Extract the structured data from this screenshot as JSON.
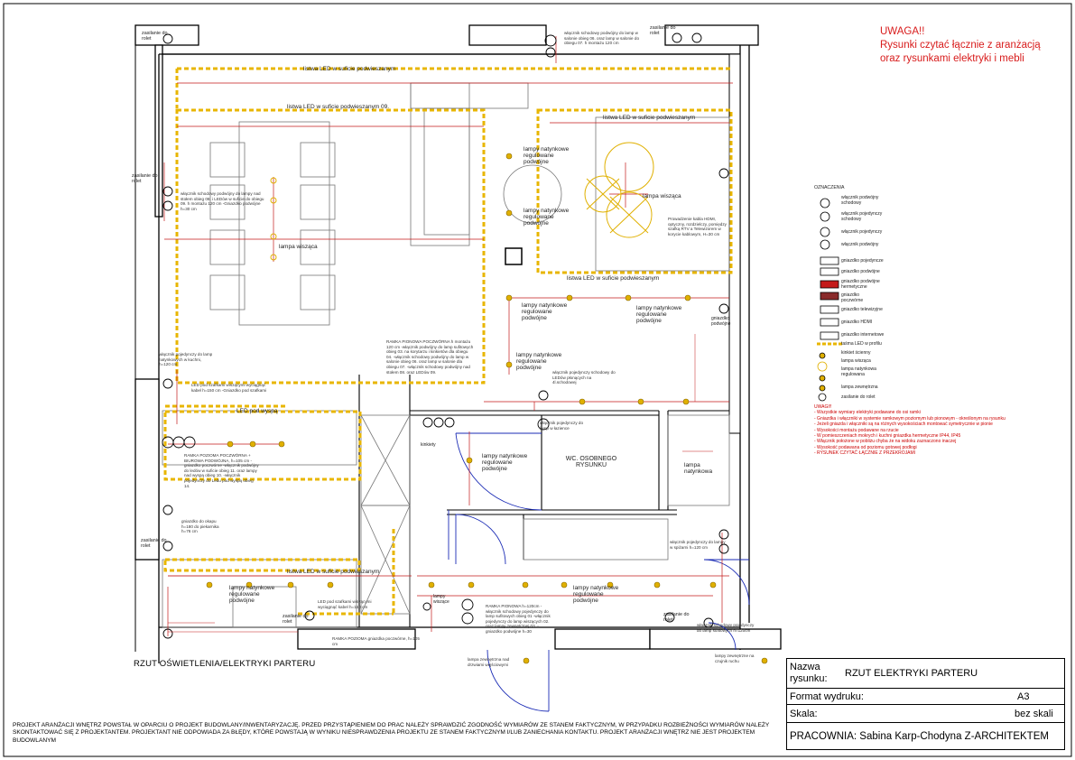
{
  "warning": {
    "line1": "UWAGA!!",
    "line2": "Rysunki czytać łącznie z aranżacją",
    "line3": "oraz rysunkami elektryki i mebli"
  },
  "drawing_title": "RZUT OŚWIETLENIA/ELEKTRYKI PARTERU",
  "disclaimer": "PROJEKT ARANŻACJI WNĘTRZ POWSTAŁ W OPARCIU O PROJEKT BUDOWLANY/INWENTARYZACJĘ. PRZED PRZYSTĄPIENIEM DO PRAC NALEŻY SPRAWDZIĆ ZGODNOŚĆ WYMIARÓW ZE STANEM FAKTYCZNYM, W PRZYPADKU ROZBIEŻNOŚCI WYMIARÓW NALEŻY SKONTAKTOWAĆ SIĘ Z PROJEKTANTEM. PROJEKTANT NIE ODPOWIADA ZA BŁĘDY, KTÓRE POWSTAJĄ W WYNIKU NIESPRAWDZENIA PROJEKTU ZE STANEM FAKTYCZNYM I/LUB ZANIECHANIA KONTAKTU. PROJEKT ARANŻACJI WNĘTRZ NIE JEST PROJEKTEM BUDOWLANYM",
  "title_block": {
    "name_label_1": "Nazwa",
    "name_label_2": "rysunku:",
    "name_value": "RZUT ELEKTRYKI PARTERU",
    "format_label": "Format wydruku:",
    "format_value": "A3",
    "scale_label": "Skala:",
    "scale_value": "bez skali",
    "studio": "PRACOWNIA: Sabina Karp-Chodyna Z-ARCHITEKTEM"
  },
  "legend": {
    "title": "OZNACZENIA",
    "items": [
      "włącznik podwójny schodowy",
      "włącznik pojedynczy schodowy",
      "włącznik pojedynczy",
      "włącznik podwójny",
      "gniazdko pojedyncze",
      "gniazdko podwójne",
      "gniazdko podwójne hermetyczne",
      "gniazdko poczwórne",
      "gniazdko telewizyjne",
      "gniazdko HDMI",
      "gniazdko internetowe",
      "taśma LED w profilu",
      "kinkiet ścienny",
      "lampa wisząca",
      "lampa natynkowa regulowana",
      "lampa zewnętrzna",
      "zasilanie do rolet"
    ]
  },
  "notes": {
    "title": "UWAGI!!",
    "items": [
      "- Wszystkie wymiary elektryki podawane do osi ramki",
      "- Gniazdka i włączniki w systemie ramkowym poziomym lub pionowym - określonym na rysunku",
      "- Jeżeli gniazda i włączniki są na różnych wysokościach montować symetrycznie w pionie",
      "- Wysokości montażu podawane na rzucie",
      "- W pomieszczeniach mokrych i kuchni gniazdka hermetyczne IP44, IP45",
      "- Włącznik położone w pobliżu chyba że na widoku zaznaczono inaczej",
      "- Wysokość podawana od poziomu gotowej podłogi",
      "- RYSUNEK CZYTAĆ ŁĄCZNIE Z PRZEKROJAMI"
    ]
  },
  "plan_labels": {
    "led_ceiling": "listwa LED w suficie podwieszanym",
    "led_ceiling_09": "listwa LED w suficie podwieszanym 09.",
    "lamp_pendant": "lampa wisząca",
    "lamps_adjustable": "lampy natynkowe regulowane podwójne",
    "lamp_adjustable": "lampa natynkowa",
    "blind_power": "zasilanie do rolet",
    "wc": "WC. OSOBNEGO RYSUNKU",
    "hdmi_note": "Prowadzenie kabla HDMI, optyczny, rozdzielczy, pomiędzy szafką RTV a Telewizorem w korycie kablowym, H=30 cm",
    "switch_dining": "włącznik schodowy podwójny do lampy nad stołem obieg 08. i LEDów w suficie do obiegu 09. h montażu 120 cm -Gniazdko podwójne h=30 cm",
    "switch_salon": "włącznik schodowy podwójny do lamp w salonie obieg 06. oraz lamp w salonie do obiegu 07. h montażu 120 cm",
    "switch_kitchen": "włącznik pojedynczy do lamp natynkowych w kuchni, h=120 cm",
    "led_cabinet": "LED pod szafkami wiszącymi wyciągnąć kabel h=150 cm -Gniazdko pod szafkami",
    "led_island": "LED pod wyspą",
    "frame_vertical": "RAMKA PIONOWA POCZWÓRNA h montażu 120 cm -włącznik podwójny do lamp sufitowych obieg 03. na korytarzu i kinkietów dla obiegu 04. -włącznik schodowy podwójny do lamp w salonie obieg 06. oraz lamp w salonie dla obiegu 07. -włącznik schodowy podwójny nad stołem 08. oraz LEDów 09.",
    "frame_horizontal": "RAMKA POZIOMA POCZWÓRNA + BIUROWA PODWÓJNA, h=105 cm -gniazdko poczwórne -włącznik podwójny do ledów w suficie obieg 11. oraz lampy nad wyspą obieg 10. -włącznik pojedynczy do Ledu pod wyspą obieg 14.",
    "socket_window": "gniazdko do okapu h=180 do piekarnika h=76 cm",
    "led_cabinet2": "LED pod szafkami wiszącymi wyciągnąć kabel h=150 cm",
    "frame_horizontal2": "RAMKA POZIOMA gniazdka poczwórne, h=105 cm",
    "frame_hall": "RAMKA PIONOWA h=120cm -włącznik schodowy pojedynczy do lamp sufitowych obieg 01 -włącznik pojedynczy do lamp wiszących 02. oraz lampy zewnętrznej 03. -gniazdko podwójne h=30",
    "switch_pantry": "włącznik pojedynczy do lampy w spiżarni h=120 cm",
    "switch_wc": "włącznik pojedynczy schodowy do LEDów płonących na 4l.schodowej",
    "switch_bath": "włącznik pojedynczy do lamp w łazience",
    "switch_stairs": "włącznik schodowy pojedynczy do lamp sufitowych h=120cm",
    "lamp_outdoor": "lampa zewnętrzna nad drzwiami wejściowymi",
    "lamp_outdoor2": "lampy zewnętrzne na czujnik ruchu",
    "kinkiety": "kinkiety",
    "lamp_pendant2": "lampy wiszące",
    "sockets_tv": "gniazdko podwójne"
  }
}
